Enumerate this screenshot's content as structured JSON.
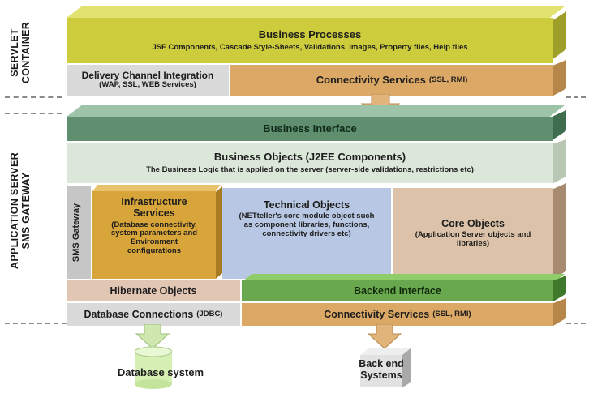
{
  "side_labels": {
    "servlet": [
      "SERVLET",
      "CONTAINER"
    ],
    "app_server": [
      "APPLICATION SERVER",
      "SMS GATEWAY"
    ]
  },
  "layers": {
    "business_processes": {
      "title": "Business Processes",
      "subtitle": "JSF Components, Cascade Style-Sheets, Validations, Images, Property files, Help files"
    },
    "delivery_channel": {
      "title": "Delivery Channel Integration",
      "subtitle": "(WAP, SSL, WEB Services)"
    },
    "connectivity_top": {
      "title": "Connectivity Services",
      "suffix": "(SSL, RMI)"
    },
    "business_interface": {
      "title": "Business Interface"
    },
    "business_objects": {
      "title": "Business Objects (J2EE Components)",
      "subtitle": "The Business Logic that is applied on the server (server-side validations, restrictions etc)"
    },
    "sms_gateway": {
      "title": "SMS Gateway"
    },
    "infrastructure": {
      "title": "Infrastructure Services",
      "subtitle": "(Database connectivity, system parameters and Environment configurations"
    },
    "technical_objects": {
      "title": "Technical Objects",
      "subtitle": "(NETteller's core module object such as component libraries, functions, connectivity drivers etc)"
    },
    "core_objects": {
      "title": "Core Objects",
      "subtitle": "(Application Server objects and libraries)"
    },
    "hibernate": {
      "title": "Hibernate Objects"
    },
    "backend_interface": {
      "title": "Backend Interface"
    },
    "database_connections": {
      "title": "Database Connections",
      "suffix": "(JDBC)"
    },
    "connectivity_bottom": {
      "title": "Connectivity Services",
      "suffix": "(SSL, RMI)"
    }
  },
  "endpoints": {
    "database_system": "Database system",
    "backend_systems": [
      "Back end",
      "Systems"
    ]
  },
  "colors": {
    "olive": "#c8c83a",
    "olive_top": "#dede6a",
    "orange": "#dca865",
    "orange_top": "#e8c48e",
    "dark_green": "#5f8f6f",
    "dark_green_top": "#8cb49a",
    "mint": "#dbe7d9",
    "mint_top": "#eef4ec",
    "grey": "#c9c9c9",
    "gold": "#d8a53a",
    "blue": "#b8c8e4",
    "tan": "#dcc2a8",
    "pink": "#e2c6b4",
    "green": "#6aa84f",
    "cylinder": "#d6f0b4"
  }
}
